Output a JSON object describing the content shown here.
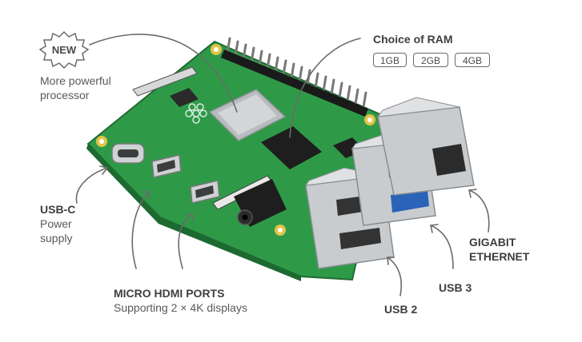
{
  "badge": {
    "text": "NEW"
  },
  "labels": {
    "processor_line1": "More powerful",
    "processor_line2": "processor",
    "ram_title": "Choice of RAM",
    "ram_options": [
      "1GB",
      "2GB",
      "4GB"
    ],
    "usbc_title": "USB-C",
    "usbc_line1": "Power",
    "usbc_line2": "supply",
    "hdmi_title": "MICRO HDMI PORTS",
    "hdmi_sub": "Supporting 2 × 4K displays",
    "usb2": "USB 2",
    "usb3": "USB 3",
    "ethernet_line1": "GIGABIT",
    "ethernet_line2": "ETHERNET"
  },
  "colors": {
    "pcb": "#2e9a48",
    "text": "#4a4a4a",
    "usb3_blue": "#2a63b8",
    "metal": "#c9cccf"
  }
}
